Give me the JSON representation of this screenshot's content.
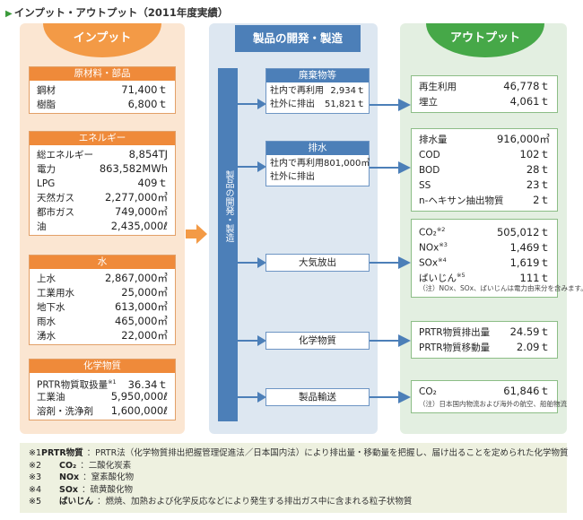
{
  "title": "インプット・アウトプット（2011年度実績）",
  "headers": {
    "input": "インプット",
    "process": "製品の開発・製造",
    "output": "アウトプット"
  },
  "process_bar_text": "製品の開発・製造",
  "inputs": [
    {
      "title": "原材料・部品",
      "rows": [
        {
          "label": "鋼材",
          "value": "71,400ｔ"
        },
        {
          "label": "樹脂",
          "value": "6,800ｔ"
        }
      ]
    },
    {
      "title": "エネルギー",
      "rows": [
        {
          "label": "総エネルギー",
          "value": "8,854TJ"
        },
        {
          "label": "電力",
          "value": "863,582MWh"
        },
        {
          "label": "LPG",
          "value": "409ｔ"
        },
        {
          "label": "天然ガス",
          "value": "2,277,000㎥"
        },
        {
          "label": "都市ガス",
          "value": "749,000㎥"
        },
        {
          "label": "油",
          "value": "2,435,000ℓ"
        }
      ]
    },
    {
      "title": "水",
      "rows": [
        {
          "label": "上水",
          "value": "2,867,000㎥"
        },
        {
          "label": "工業用水",
          "value": "25,000㎥"
        },
        {
          "label": "地下水",
          "value": "613,000㎥"
        },
        {
          "label": "雨水",
          "value": "465,000㎥"
        },
        {
          "label": "湧水",
          "value": "22,000㎥"
        }
      ]
    },
    {
      "title": "化学物質",
      "rows": [
        {
          "label": "PRTR物質取扱量",
          "sup": "※1",
          "value": "36.34ｔ"
        },
        {
          "label": "工業油",
          "value": "5,950,000ℓ"
        },
        {
          "label": "溶剤・洗浄剤",
          "value": "1,600,000ℓ"
        }
      ]
    }
  ],
  "process": {
    "waste": {
      "title": "廃棄物等",
      "rows": [
        {
          "label": "社内で再利用",
          "value": "2,934ｔ"
        },
        {
          "label": "社外に排出",
          "value": "51,821ｔ"
        }
      ]
    },
    "drain": {
      "title": "排水",
      "rows": [
        {
          "label": "社内で再利用",
          "value": "801,000㎥"
        },
        {
          "label": "社外に排出",
          "value": ""
        }
      ]
    },
    "air": "大気放出",
    "chem": "化学物質",
    "transport": "製品輸送"
  },
  "outputs": {
    "waste": [
      {
        "label": "再生利用",
        "value": "46,778ｔ"
      },
      {
        "label": "埋立",
        "value": "4,061ｔ"
      }
    ],
    "water": [
      {
        "label": "排水量",
        "value": "916,000㎥"
      },
      {
        "label": "COD",
        "value": "102ｔ"
      },
      {
        "label": "BOD",
        "value": "28ｔ"
      },
      {
        "label": "SS",
        "value": "23ｔ"
      },
      {
        "label": "n-ヘキサン抽出物質",
        "value": "2ｔ"
      }
    ],
    "air": [
      {
        "label": "CO₂",
        "sup": "※2",
        "value": "505,012ｔ"
      },
      {
        "label": "NOx",
        "sup": "※3",
        "value": "1,469ｔ"
      },
      {
        "label": "SOx",
        "sup": "※4",
        "value": "1,619ｔ"
      },
      {
        "label": "ばいじん",
        "sup": "※5",
        "value": "111ｔ"
      }
    ],
    "air_note": "（注）NOx、SOx、ばいじんは電力由来分を含みます。",
    "chem": [
      {
        "label": "PRTR物質排出量",
        "value": "24.59ｔ"
      },
      {
        "label": "PRTR物質移動量",
        "value": "2.09ｔ"
      }
    ],
    "transport": [
      {
        "label": "CO₂",
        "value": "61,846ｔ"
      }
    ],
    "transport_note": "（注）日本国内物流および海外の航空、船舶物流"
  },
  "footnotes": [
    {
      "mark": "※1",
      "key": "PRTR物質",
      "desc": "：PRTR法（化学物質排出把握管理促進法／日本国内法）により排出量・移動量を把握し、届け出ることを定められた化学物質"
    },
    {
      "mark": "※2",
      "key": "CO₂",
      "desc": "：二酸化炭素"
    },
    {
      "mark": "※3",
      "key": "NOx",
      "desc": "：窒素酸化物"
    },
    {
      "mark": "※4",
      "key": "SOx",
      "desc": "：硫黄酸化物"
    },
    {
      "mark": "※5",
      "key": "ばいじん",
      "desc": "：燃焼、加熱および化学反応などにより発生する排出ガス中に含まれる粒子状物質"
    }
  ],
  "colors": {
    "input_accent": "#f39a46",
    "process_accent": "#4c7fb8",
    "output_accent": "#46a848"
  }
}
